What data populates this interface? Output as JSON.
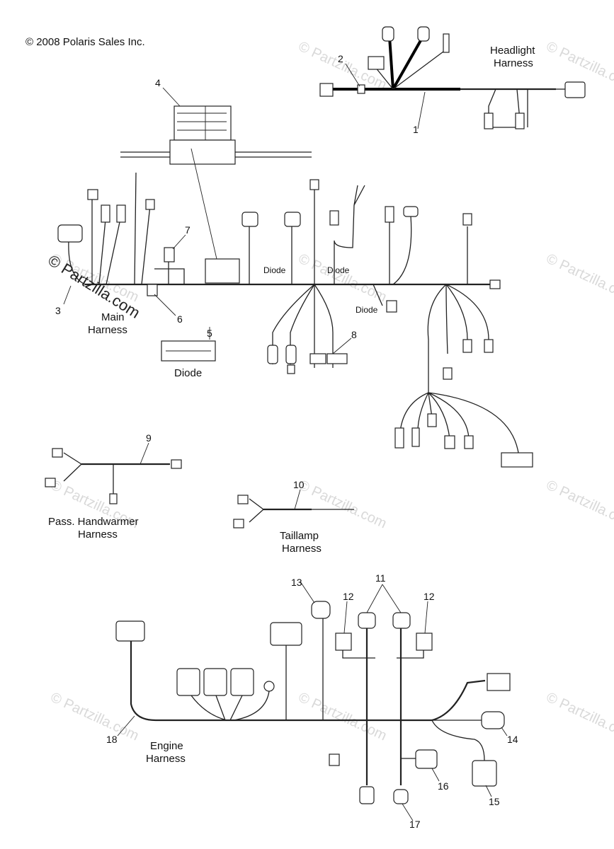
{
  "copyright": "© 2008 Polaris Sales Inc.",
  "watermarks": [
    "© Partzilla.com"
  ],
  "main_watermark": "© Partzilla.com",
  "harness_labels": {
    "headlight": [
      "Headlight",
      "Harness"
    ],
    "main": [
      "Main",
      "Harness"
    ],
    "handwarmer": [
      "Pass. Handwarmer",
      "Harness"
    ],
    "taillamp": [
      "Taillamp",
      "Harness"
    ],
    "engine": [
      "Engine",
      "Harness"
    ]
  },
  "diode_labels": {
    "part_label": "Diode",
    "inline_1": "Diode",
    "inline_2": "Diode",
    "inline_3": "Diode"
  },
  "callouts": [
    "1",
    "2",
    "3",
    "4",
    "5",
    "6",
    "7",
    "8",
    "9",
    "10",
    "11",
    "12",
    "12",
    "13",
    "14",
    "15",
    "16",
    "17",
    "18"
  ]
}
